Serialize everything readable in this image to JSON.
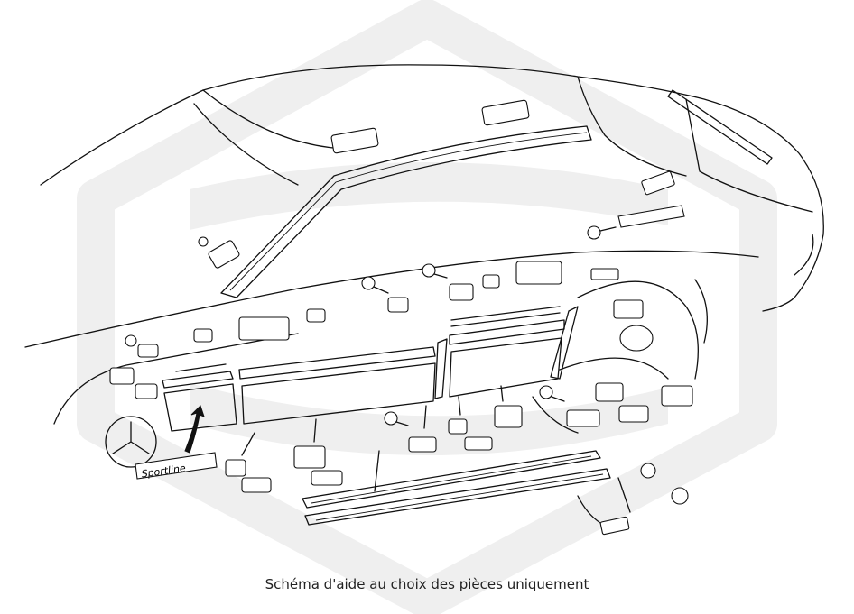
{
  "diagram": {
    "caption": "Schéma d'aide au choix des pièces uniquement",
    "badge_text": "Sportline",
    "watermark": "logo-watermark"
  },
  "colors": {
    "line": "#111111",
    "watermark": "#efefef",
    "background": "#ffffff"
  }
}
